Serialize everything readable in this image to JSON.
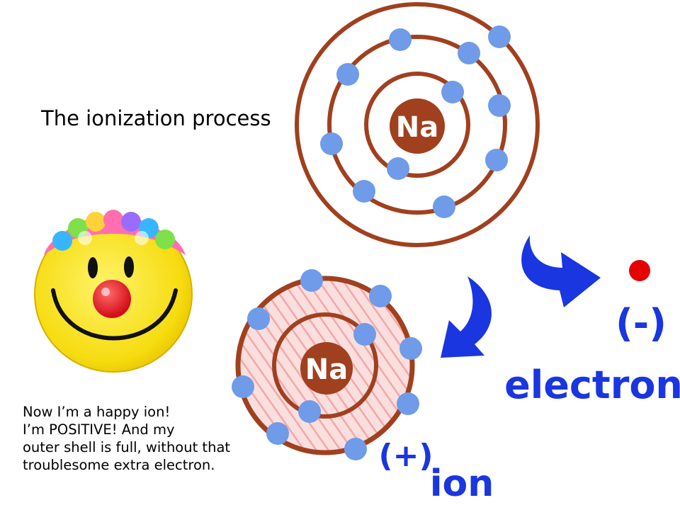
{
  "title": "The ionization process",
  "caption": [
    "Now I’m a happy ion!",
    "I’m POSITIVE! And my",
    "outer shell is full, without that",
    "troublesome extra electron."
  ],
  "atom": {
    "symbol": "Na"
  },
  "ion": {
    "symbol": "Na",
    "charge": "(+)",
    "label": "ion"
  },
  "electron": {
    "charge": "(-)",
    "label": "electron"
  },
  "colors": {
    "shell": "#a0401f",
    "nucleus": "#a0401f",
    "electron": "#6f9be8",
    "free_electron": "#e60000",
    "arrow": "#1a36e0",
    "ion_fill": "#f7cccc",
    "smiley": "#f8e21a"
  }
}
